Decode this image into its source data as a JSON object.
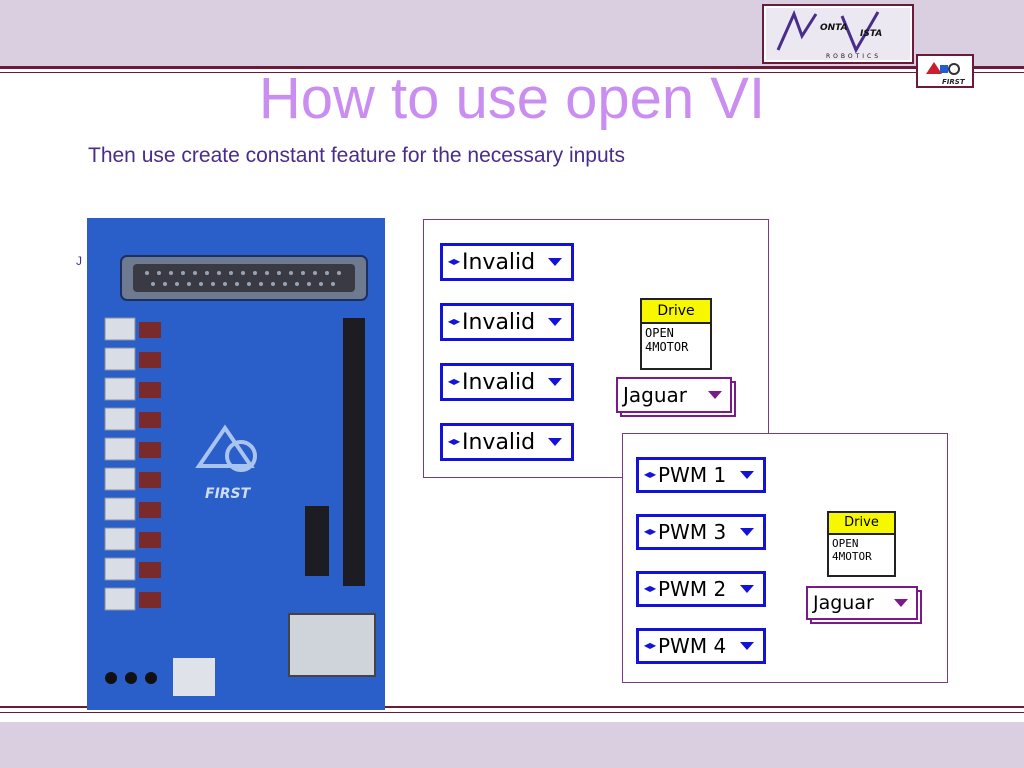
{
  "slide": {
    "title": "How to use open VI",
    "subtitle": "Then use create constant feature for the necessary inputs"
  },
  "logos": {
    "team_logo_text": "MONTA VISTA ROBOTICS",
    "first_logo_text": "FIRST"
  },
  "board_image": {
    "left_fragment": "J",
    "brand": "FIRST"
  },
  "diagram1": {
    "controls": [
      "Invalid",
      "Invalid",
      "Invalid",
      "Invalid"
    ],
    "drive_vi": {
      "header": "Drive",
      "line1": "OPEN",
      "line2": "4MOTOR"
    },
    "type_selector": "Jaguar"
  },
  "diagram2": {
    "controls": [
      "PWM 1",
      "PWM 3",
      "PWM 2",
      "PWM 4"
    ],
    "drive_vi": {
      "header": "Drive",
      "line1": "OPEN",
      "line2": "4MOTOR"
    },
    "type_selector": "Jaguar"
  },
  "colors": {
    "title": "#c98ef0",
    "subtitle": "#4a2c8a",
    "band": "#d9cfe0",
    "rule": "#6b1a3a",
    "control_border": "#1212d8",
    "vi_header": "#f7f700",
    "ring_border": "#7a1a8a"
  },
  "icons": [
    "increment-decrement-icon",
    "dropdown-arrow-icon"
  ]
}
